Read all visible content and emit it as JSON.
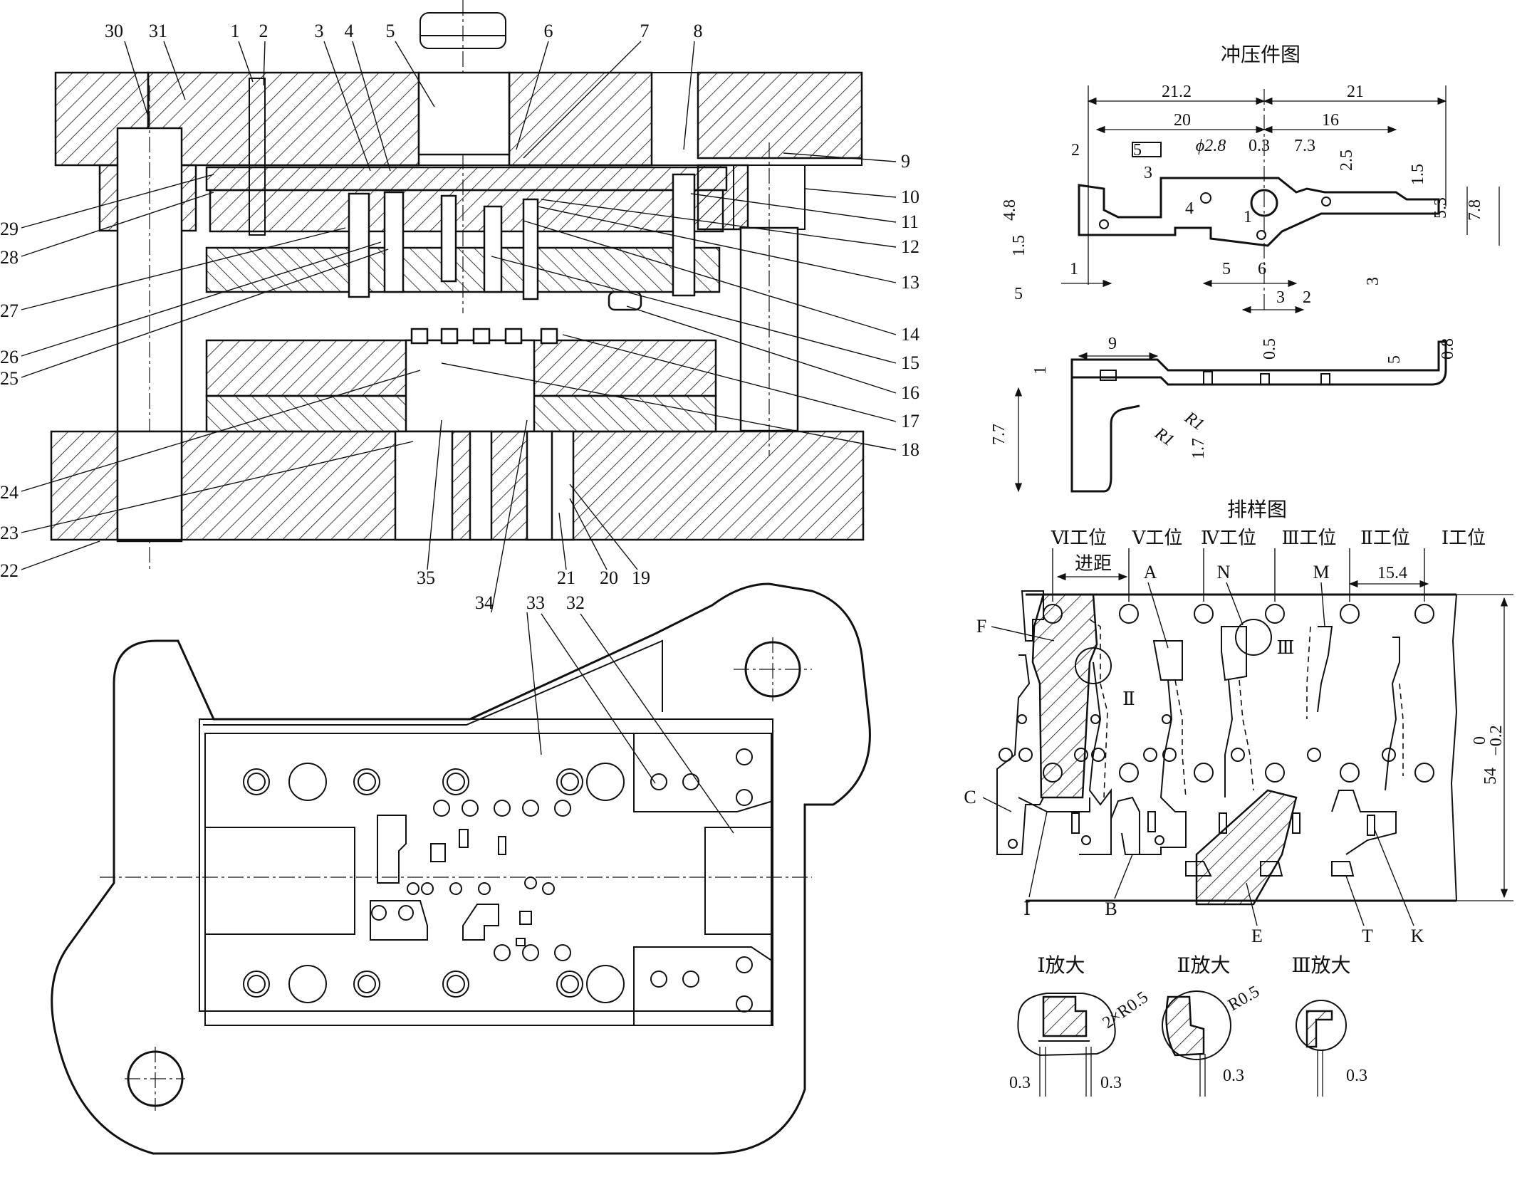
{
  "assembly": {
    "part_numbers": [
      "1",
      "2",
      "3",
      "4",
      "5",
      "6",
      "7",
      "8",
      "9",
      "10",
      "11",
      "12",
      "13",
      "14",
      "15",
      "16",
      "17",
      "18",
      "19",
      "20",
      "21",
      "22",
      "23",
      "24",
      "25",
      "26",
      "27",
      "28",
      "29",
      "30",
      "31",
      "32",
      "33",
      "34",
      "35"
    ]
  },
  "stamping_part": {
    "title": "冲压件图",
    "dims": [
      "21.2",
      "21",
      "20",
      "16",
      "2",
      "5",
      "3",
      "ϕ2.8",
      "0.3",
      "7.3",
      "2.5",
      "1.5",
      "4.8",
      "1.5",
      "4",
      "1",
      "5.3",
      "7.8",
      "1",
      "1",
      "5",
      "6",
      "3",
      "3",
      "2"
    ],
    "side_dims": [
      "9",
      "0.5",
      "5",
      "0.8",
      "1",
      "7.7",
      "R1",
      "R1",
      "1.7"
    ]
  },
  "layout": {
    "title": "排样图",
    "stations": [
      "Ⅵ工位",
      "Ⅴ工位",
      "Ⅳ工位",
      "Ⅲ工位",
      "Ⅱ工位",
      "Ⅰ工位"
    ],
    "pitch_label": "进距",
    "pitch_value": "15.4",
    "width_dim": "54",
    "width_tol_upper": "0",
    "width_tol_lower": "−0.2",
    "letters": [
      "A",
      "N",
      "M",
      "F",
      "Ⅱ",
      "Ⅲ",
      "C",
      "Ⅰ",
      "B",
      "E",
      "T",
      "K"
    ]
  },
  "details": [
    {
      "title": "Ⅰ放大",
      "dims": [
        "2×R0.5",
        "0.3",
        "0.3"
      ]
    },
    {
      "title": "Ⅱ放大",
      "dims": [
        "R0.5",
        "0.3"
      ]
    },
    {
      "title": "Ⅲ放大",
      "dims": [
        "0.3"
      ]
    }
  ]
}
